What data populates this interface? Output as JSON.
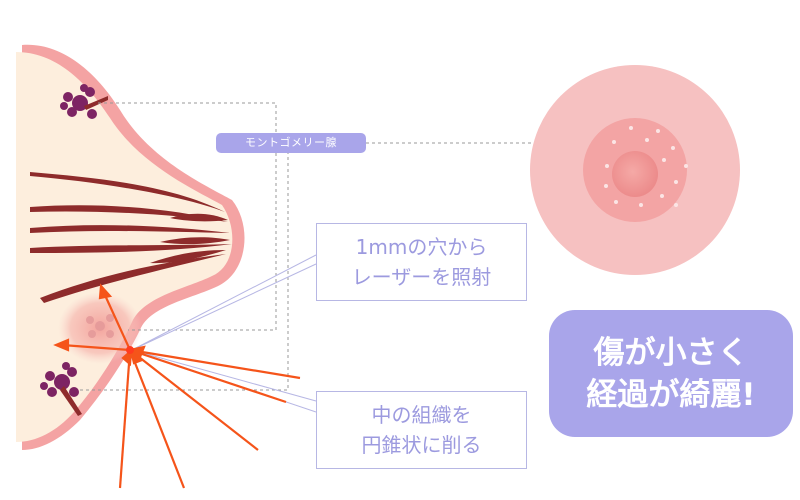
{
  "labels": {
    "montgomery": "モントゴメリー腺",
    "laser": {
      "line1": "1mmの穴から",
      "line2": "レーザーを照射"
    },
    "tissue": {
      "line1": "中の組織を",
      "line2": "円錐状に削る"
    },
    "benefit": {
      "line1": "傷が小さく",
      "line2": "経過が綺麗!"
    }
  },
  "colors": {
    "accent": "#a9a5ea",
    "callout_text": "#9c9adf",
    "skin": "#fdeedd",
    "skin_edge": "#f4a3a3",
    "duct": "#8e2b2b",
    "gland": "#7d2463",
    "laser": "#f5541a",
    "areola": "#f6c1c1",
    "nipple": "#ef9090"
  }
}
